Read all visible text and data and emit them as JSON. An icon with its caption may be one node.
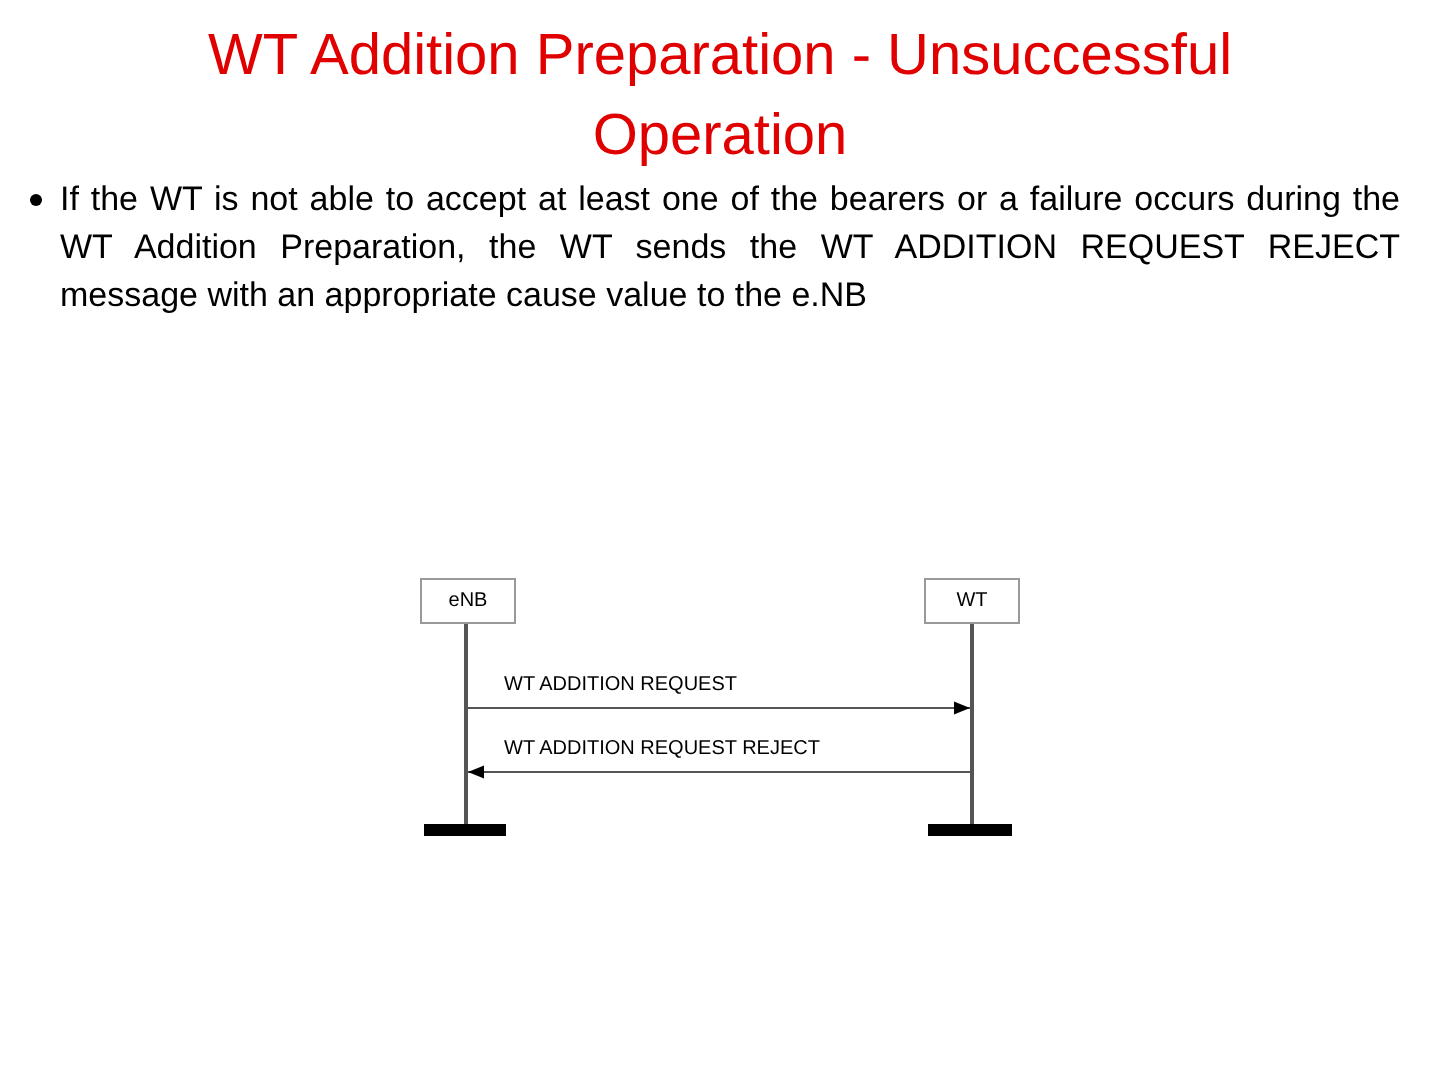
{
  "diagram": {
    "title": "WT Addition Preparation - Unsuccessful Operation",
    "nodes": [
      {
        "text": [
          "eNB"
        ]
      },
      {
        "text": [
          "WT"
        ]
      },
      {
        "text": [],
        "shape": "line"
      },
      {
        "text": [],
        "shape": "line"
      },
      {
        "text": [],
        "shape": "bar"
      },
      {
        "text": [],
        "shape": "bar"
      }
    ],
    "edges": [
      {
        "from": 2,
        "to": 3,
        "arrow": "to",
        "label": "WT ADDITION REQUEST"
      },
      {
        "from": 3,
        "to": 2,
        "arrow": "to",
        "label": "WT ADDITION REQUEST REJECT"
      }
    ],
    "labels": [
      "If the WT is not able to accept at least one of the bearers or a failure occurs during the WT Addition Preparation, the WT sends the WT ADDITION REQUEST REJECT message with an appropriate cause value to the e.NB"
    ]
  }
}
